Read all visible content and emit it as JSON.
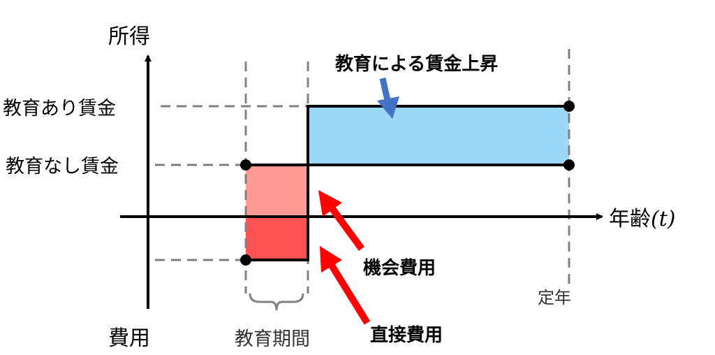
{
  "axes": {
    "y_top_label": "所得",
    "y_bottom_label": "費用",
    "x_label": "年齢",
    "x_var": "(t)"
  },
  "levels": {
    "with_education_wage": "教育あり賃金",
    "without_education_wage": "教育なし賃金"
  },
  "annotations": {
    "wage_increase": "教育による賃金上昇",
    "opportunity_cost": "機会費用",
    "direct_cost": "直接費用",
    "retirement": "定年",
    "education_period": "教育期間"
  },
  "colors": {
    "wage_increase_fill": "#9ad8f5",
    "opportunity_cost_fill": "#ff9a94",
    "direct_cost_fill": "#ff5252",
    "blue_arrow": "#4472c4",
    "red_arrow": "#ff0000",
    "dash": "#808080"
  }
}
